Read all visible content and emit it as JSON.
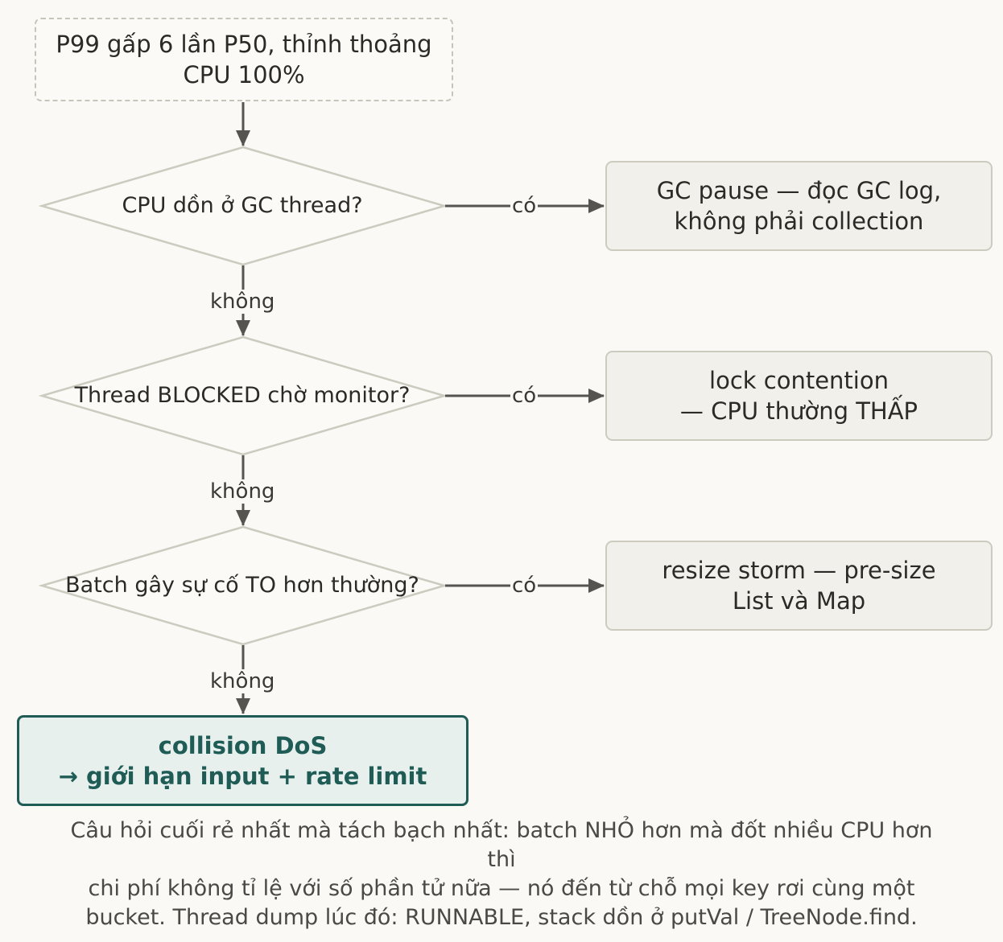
{
  "start": {
    "line1": "P99 gấp 6 lần P50, thỉnh thoảng",
    "line2": "CPU 100%"
  },
  "decisions": [
    {
      "question": "CPU dồn ở GC thread?"
    },
    {
      "question": "Thread BLOCKED chờ monitor?"
    },
    {
      "question": "Batch gây sự cố TO hơn thường?"
    }
  ],
  "results": [
    {
      "line1": "GC pause — đọc GC log,",
      "line2": "không phải collection"
    },
    {
      "line1": "lock contention",
      "line2": "— CPU thường THẤP"
    },
    {
      "line1": "resize storm — pre-size",
      "line2": "List và Map"
    }
  ],
  "edge_labels": {
    "yes": "có",
    "no": "không"
  },
  "final": {
    "line1": "collision DoS",
    "line2": "→ giới hạn input + rate limit"
  },
  "caption": {
    "line1": "Câu hỏi cuối rẻ nhất mà tách bạch nhất: batch NHỎ hơn mà đốt nhiều CPU hơn",
    "line2": "thì",
    "line3": "chi phí không tỉ lệ với số phần tử nữa — nó đến từ chỗ mọi key rơi cùng một",
    "line4": "bucket. Thread dump lúc đó: RUNNABLE, stack dồn ở putVal / TreeNode.find."
  },
  "colors": {
    "background": "#faf9f5",
    "accent": "#1f5c55",
    "connector": "#55544e",
    "shape_border": "#cdcabf"
  }
}
